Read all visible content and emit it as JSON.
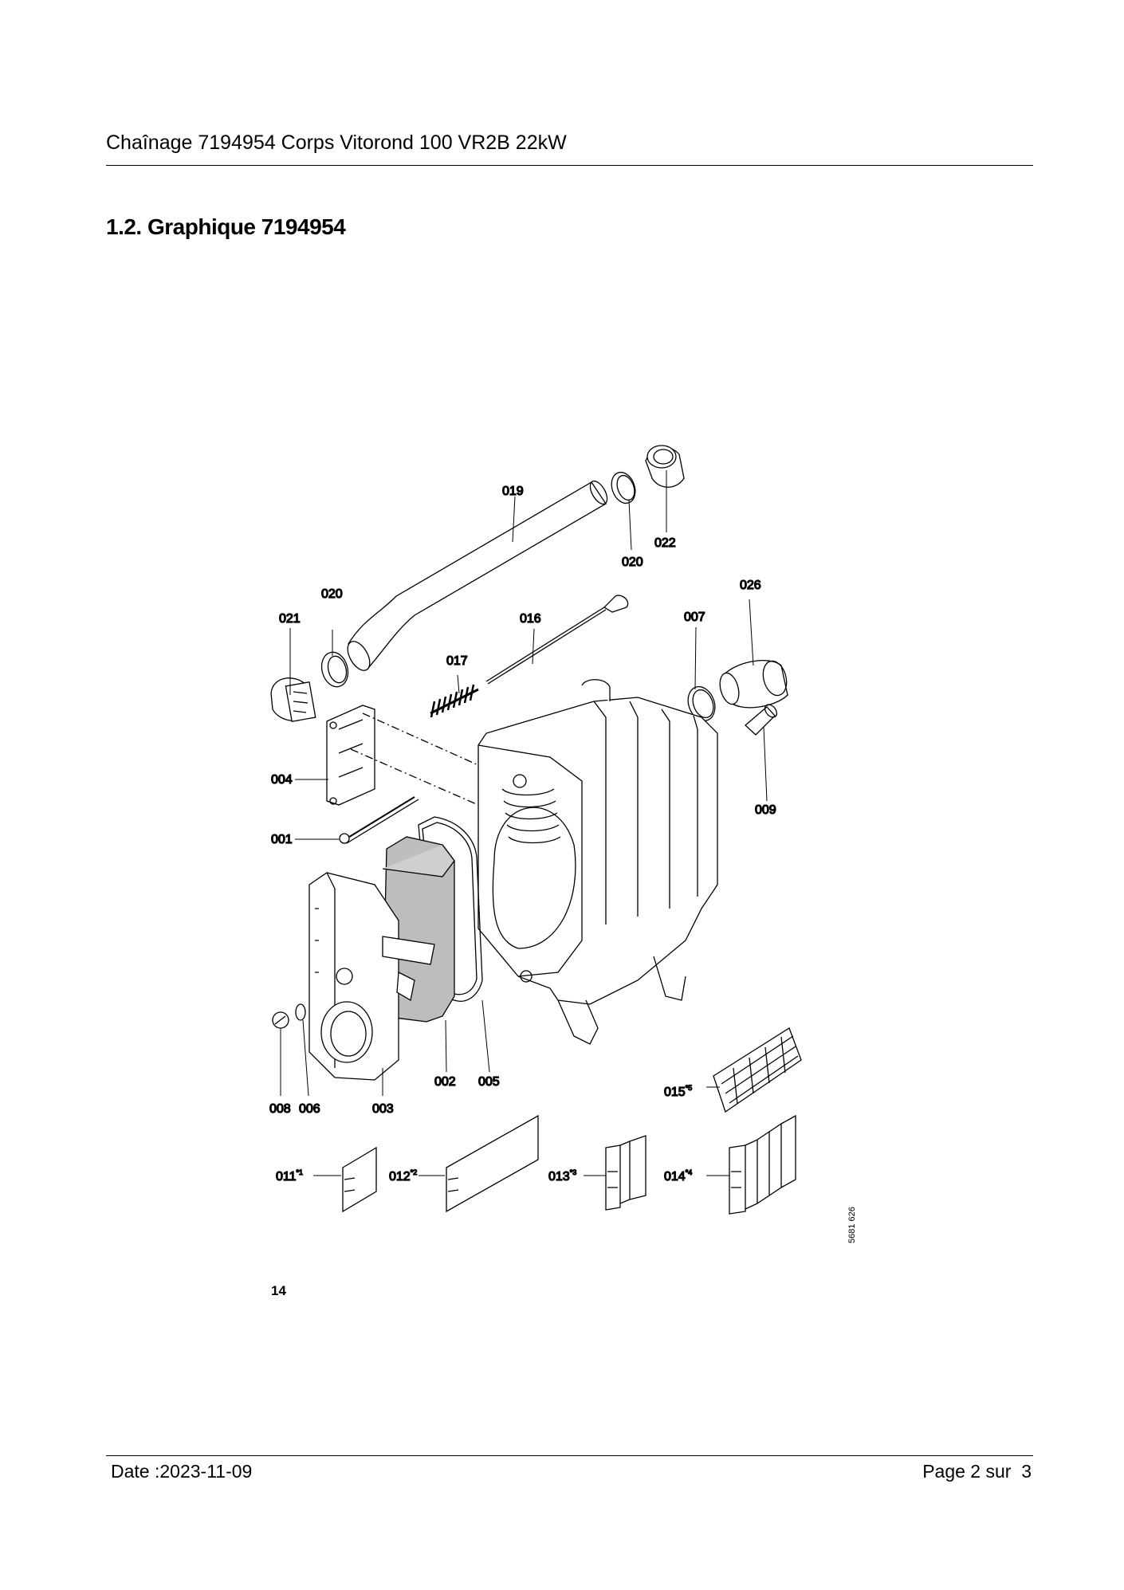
{
  "header": {
    "title": "Chaînage 7194954 Corps Vitorond 100 VR2B 22kW"
  },
  "section": {
    "heading": "1.2. Graphique 7194954"
  },
  "figure": {
    "number": "14",
    "drawing_id": "5681 626",
    "callouts": {
      "p019": "019",
      "p022": "022",
      "p020a": "020",
      "p026": "026",
      "p020b": "020",
      "p021": "021",
      "p016": "016",
      "p007": "007",
      "p017": "017",
      "p004": "004",
      "p009": "009",
      "p001": "001",
      "p002": "002",
      "p005": "005",
      "p015": "015",
      "p015s": "*5",
      "p008": "008",
      "p006": "006",
      "p003": "003",
      "p011": "011",
      "p011s": "*1",
      "p012": "012",
      "p012s": "*2",
      "p013": "013",
      "p013s": "*3",
      "p014": "014",
      "p014s": "*4"
    }
  },
  "footer": {
    "date": "Date :2023-11-09",
    "page": "Page 2 sur  3"
  }
}
